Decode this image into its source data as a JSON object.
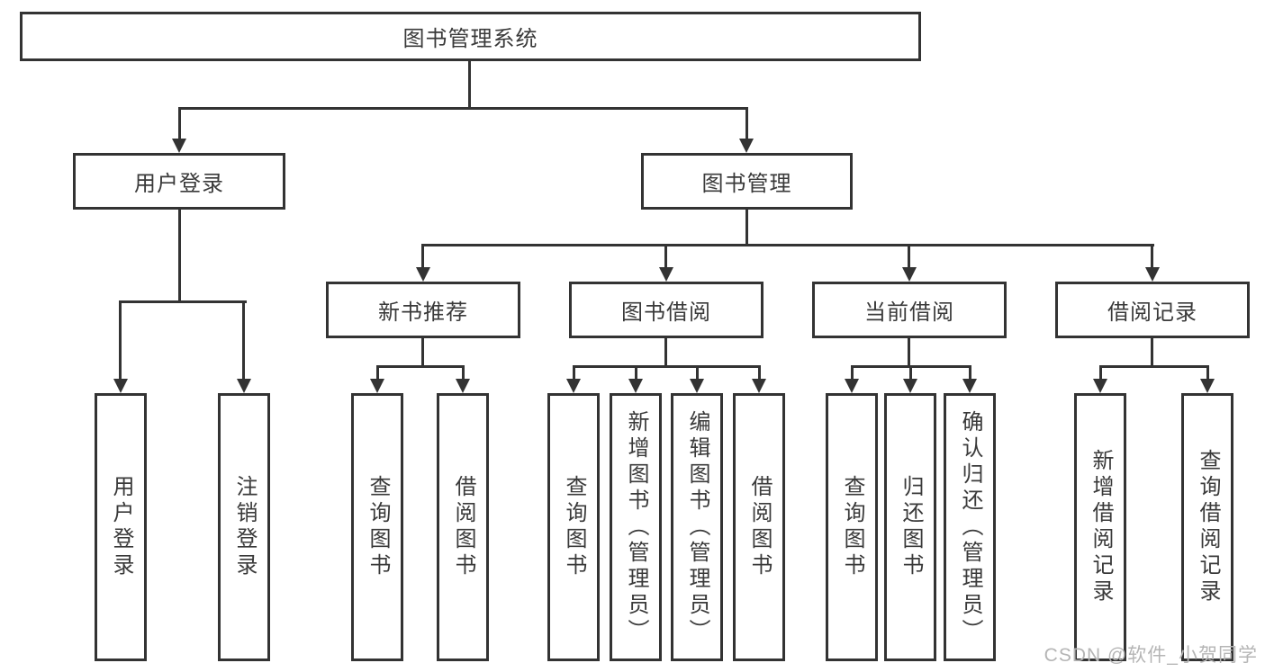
{
  "diagram": {
    "root": "图书管理系统",
    "level2": {
      "user_login": "用户登录",
      "book_management": "图书管理"
    },
    "level3": {
      "new_book_recommend": "新书推荐",
      "book_borrowing": "图书借阅",
      "current_borrowing": "当前借阅",
      "borrowing_records": "借阅记录"
    },
    "leaves": {
      "user_login_leaf": "用户登录",
      "logout": "注销登录",
      "nbr_query_books": "查询图书",
      "nbr_borrow_books": "借阅图书",
      "bb_query_books": "查询图书",
      "bb_add_books": "新增图书（管理员）",
      "bb_edit_books": "编辑图书（管理员）",
      "bb_borrow_books": "借阅图书",
      "cb_query_books": "查询图书",
      "cb_return_books": "归还图书",
      "cb_confirm_return": "确认归还（管理员）",
      "br_add_record": "新增借阅记录",
      "br_query_record": "查询借阅记录"
    }
  },
  "watermark": {
    "text": "CSDN @软件_小贺同学"
  },
  "colors": {
    "line": "#333333",
    "text": "#3a3a3a",
    "watermark": "#b5b5b5",
    "background": "#ffffff"
  }
}
